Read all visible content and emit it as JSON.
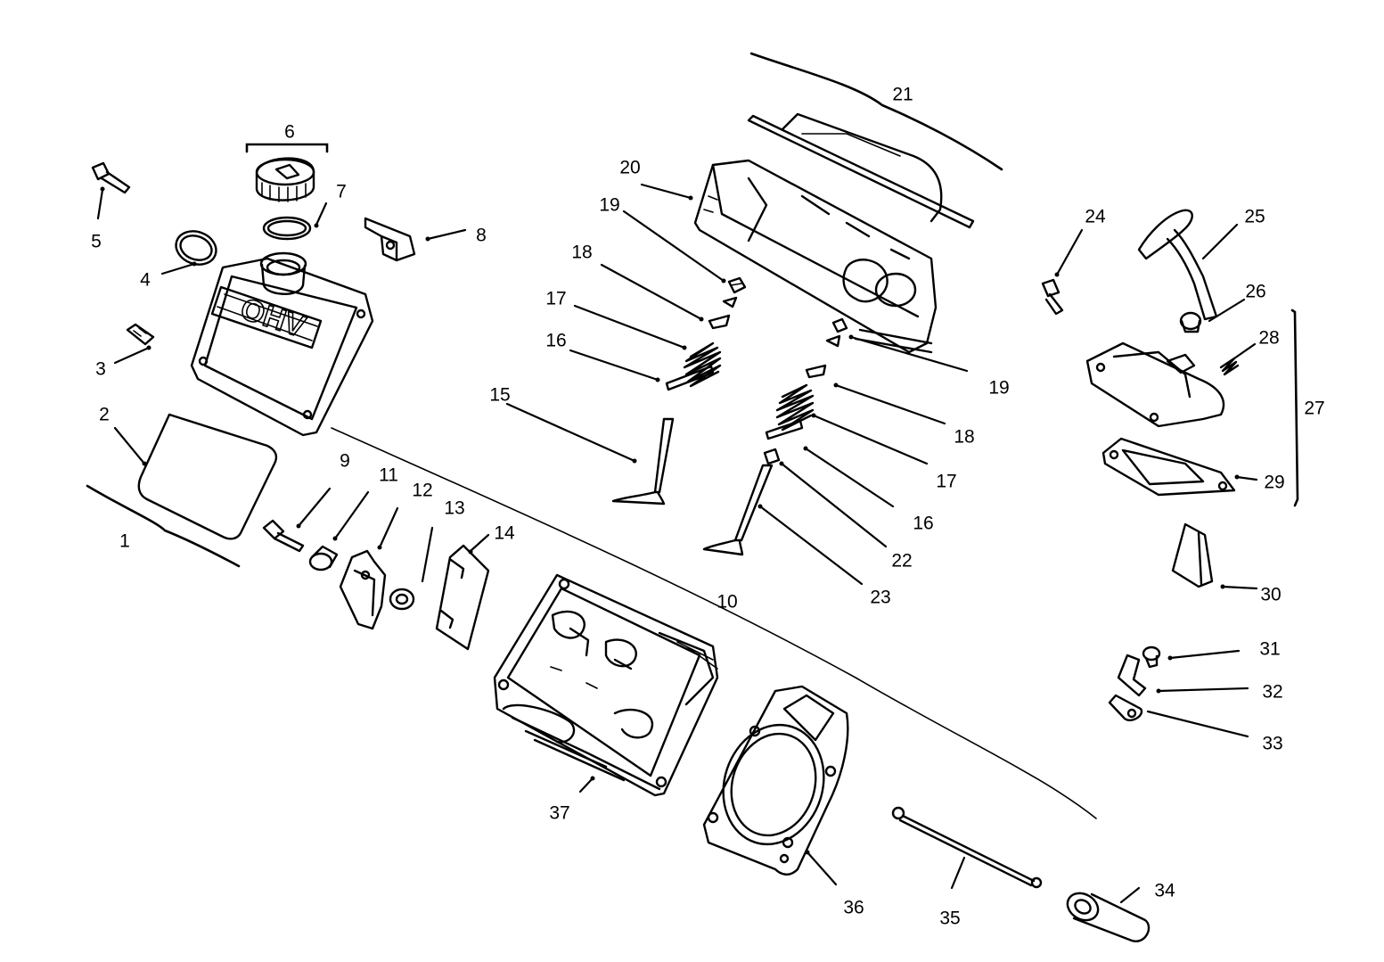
{
  "diagram": {
    "callouts": [
      "1",
      "2",
      "3",
      "4",
      "5",
      "6",
      "7",
      "8",
      "9",
      "10",
      "11",
      "12",
      "13",
      "14",
      "15",
      "16",
      "17",
      "18",
      "19",
      "19",
      "20",
      "21",
      "22",
      "23",
      "24",
      "25",
      "26",
      "27",
      "28",
      "29",
      "30",
      "31",
      "32",
      "33",
      "34",
      "35",
      "36",
      "37",
      "16",
      "17",
      "18"
    ],
    "stamp_text": "OHV"
  }
}
